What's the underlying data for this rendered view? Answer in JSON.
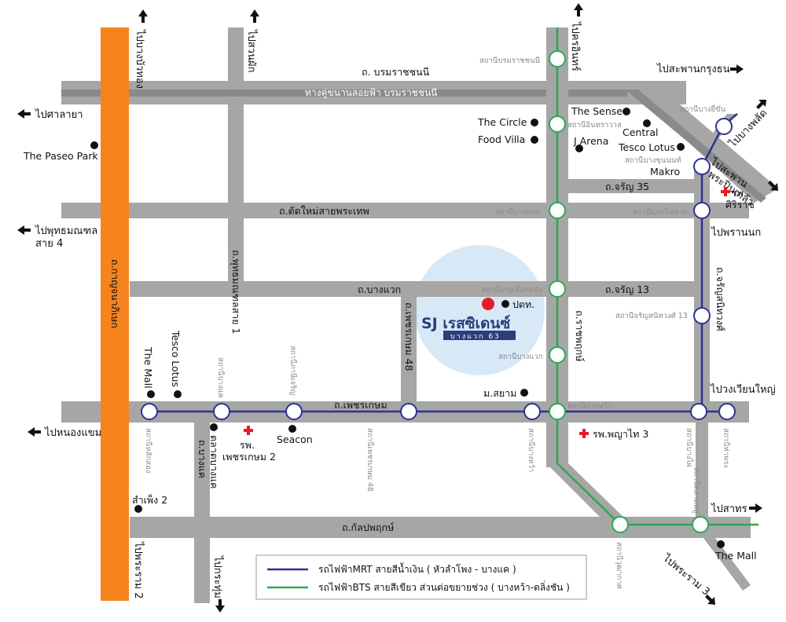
{
  "colors": {
    "road": "#a6a6a6",
    "expressway": "#8a8a8a",
    "orange_road": "#f5841f",
    "mrt_blue": "#2e3192",
    "bts_green": "#2fa84f",
    "marker_red": "#e31e24",
    "hospital_red": "#e31e24",
    "halo": "#d7e8f7"
  },
  "project": {
    "logo_text": "SJ เรสซิเดนซ์",
    "logo_sub": "บางแวก 63"
  },
  "roads": {
    "borommaratchachonnani": "ถ. บรมราชชนนี",
    "expressway": "ทางคู่ขนานลอยฟ้า บรมราชชนนี",
    "kanchanaphisek": "ถ.กาญจนาภิเษก",
    "tat_mai_sai_phra_thep": "ถ.ตัดใหม่สายพระเทพ",
    "phutthamonthon_sai_1": "ถ.พุทธมณฑลสาย 1",
    "bang_waek": "ถ.บางแวก",
    "phet_kasem_48": "ถ.เพชรเกษม 48",
    "charan_35": "ถ.จรัญ 35",
    "charan_13": "ถ.จรัญ 13",
    "ratchaphruek": "ถ.ราชพฤกษ์",
    "charansanitwong": "ถ.จรัญสนิทวงศ์",
    "phet_kasem": "ถ.เพชรเกษม",
    "bang_khae": "ถ.บางแค",
    "kanlapaphruek": "ถ.กัลปพฤกษ์"
  },
  "directions": {
    "bang_buathong": "ไปบางบัวทอง",
    "salaya": "ไปศาลายา",
    "phutthamonthon_4": "ไปพุทธมณฑล\nสาย 4",
    "nong_khaem": "ไปหนองแขม",
    "phra_ram_2": "ไปพระราม 2",
    "krathum": "ไปกระทุ่ม",
    "sathorn": "ไปสาทร",
    "phra_ram_3": "ไปพระราม 3",
    "wongwian_yai": "ไปวงเวียนใหญ่",
    "pharanok": "ไปพรานนก",
    "pinklao": "ไปสะพาน\nพระปิ่นเกล้า",
    "bang_phlat": "ไปบางพลัด",
    "saphan_krungthon": "ไปสะพานกรุงธน",
    "khrai_inthon": "ไปครอินทร์",
    "suan_phak": "ไปสวนผัก"
  },
  "stations": {
    "borommaratchachonnani": "สถานีบรมราชชนนี",
    "inthrawat": "สถานีอินทราวาส",
    "bang_phrom": "สถานีบางพรม",
    "bang_chueak_nang": "สถานีบางเชือกหนัง",
    "bang_waek": "สถานีบางแวก",
    "bang_wa": "สถานีบางหว้า",
    "bang_yi_khan": "สถานีบางยี่ขัน",
    "bang_khun_non": "สถานีบางขุนนนท์",
    "yaek_fai_chai": "สถานีแยกไฟฉาย",
    "charansanitwong_13": "สถานีจรัญสนิทวงศ์ 13",
    "lak_song": "สถานีหลักสอง",
    "bang_khae": "สถานีบางแค",
    "phasi_charoen": "สถานีภาษีเจริญ",
    "phet_kasem_48": "สถานีเพชรเกษม 48",
    "bang_phai": "สถานีบางไผ่",
    "tha_phra": "สถานีท่าพระ",
    "talat_phlu": "สถานีตลาดพลู",
    "wutthakat": "สถานีวุฒากาศ"
  },
  "places": {
    "paseo": "The Paseo Park",
    "circle": "The Circle",
    "food_villa": "Food Villa",
    "sense": "The Sense",
    "central": "Central",
    "j_arena": "J Arena",
    "tesco_lotus_pinklao": "Tesco Lotus",
    "makro": "Makro",
    "siriraj": "รพ.\nศิริราช",
    "ptt": "ปตท.",
    "siam_u": "ม.สยาม",
    "the_mall_bangkhae": "The Mall",
    "tesco_lotus_bangkhae": "Tesco Lotus",
    "talat_bang_khae": "ตลาดบางแค",
    "phetkasem2_hosp": "รพ.\nเพชรเกษม 2",
    "seacon": "Seacon",
    "phayathai3": "รพ.พญาไท 3",
    "samphaeng2": "สำเพ็ง 2",
    "the_mall_thapra": "The Mall"
  },
  "legend": {
    "mrt": "รถไฟฟ้าMRT สายสีน้ำเงิน ( หัวลำโพง - บางแค )",
    "bts": "รถไฟฟ้าBTS สายสีเขียว ส่วนต่อขยายช่วง ( บางหว้า-ตลิ่งชัน )"
  }
}
